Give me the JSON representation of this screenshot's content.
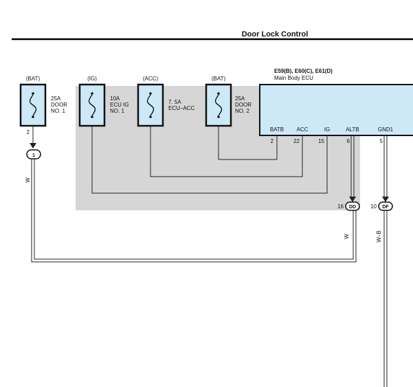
{
  "title": "Door Lock Control",
  "ecu": {
    "connectors": "E59(B), E60(C), E61(D)",
    "name": "Main Body ECU",
    "pins": [
      {
        "label": "BATB",
        "num": "2"
      },
      {
        "label": "ACC",
        "num": "22"
      },
      {
        "label": "IG",
        "num": "15"
      },
      {
        "label": "ALTB",
        "num": "6"
      },
      {
        "label": "GND1",
        "num": "5"
      }
    ]
  },
  "fuses": [
    {
      "source": "(BAT)",
      "line1": "25A",
      "line2": "DOOR",
      "line3": "NO. 1"
    },
    {
      "source": "(IG)",
      "line1": "10A",
      "line2": "ECU IG",
      "line3": "NO. 1"
    },
    {
      "source": "(ACC)",
      "line1": "7. 5A",
      "line2": "ECU–ACC",
      "line3": ""
    },
    {
      "source": "(BAT)",
      "line1": "25A",
      "line2": "DOOR",
      "line3": "NO. 2"
    }
  ],
  "fuse1_pin": "2",
  "junction_1": "1",
  "wires": {
    "left": "W",
    "dd": "W",
    "df": "W–B"
  },
  "connectors": {
    "dd": {
      "pin": "16",
      "label": "DD"
    },
    "df": {
      "pin": "10",
      "label": "DF"
    }
  },
  "colors": {
    "shaded_area": "#d6d6d6",
    "ecu_fill": "#cde9f7",
    "fuse_fill": "#cde9f7",
    "wire": "#222222"
  }
}
